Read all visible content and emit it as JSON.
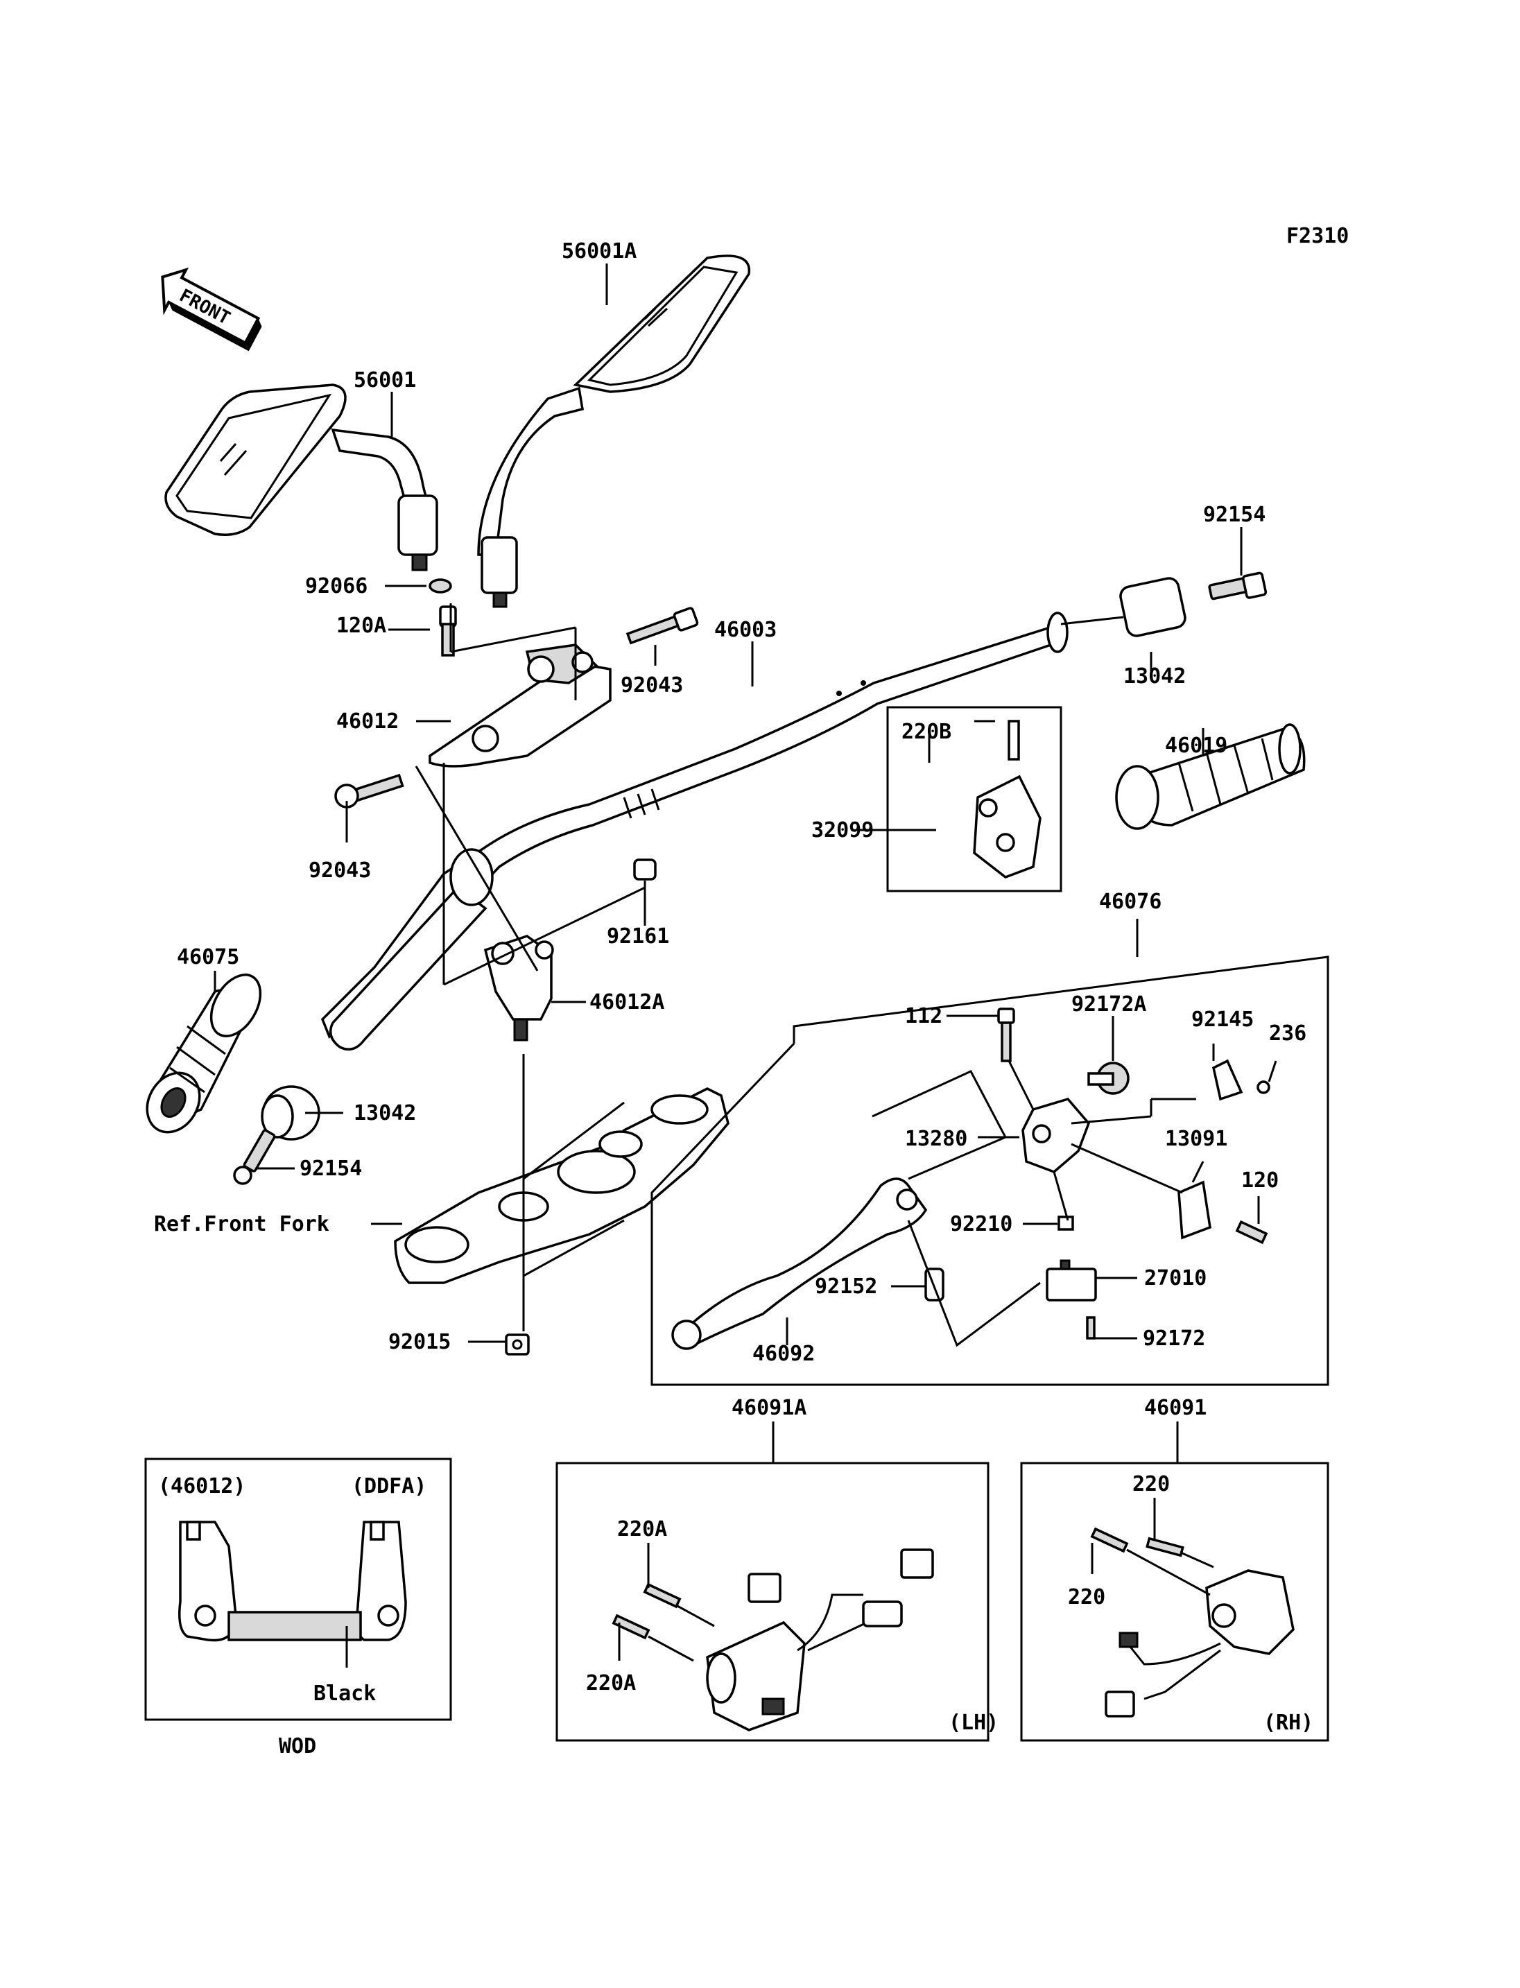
{
  "figure_code": "F2310",
  "front_arrow": "FRONT",
  "parts": {
    "p56001A": "56001A",
    "p56001": "56001",
    "p92154_top": "92154",
    "p92066": "92066",
    "p120A": "120A",
    "p46003": "46003",
    "p92043_top": "92043",
    "p13042_top": "13042",
    "p46012": "46012",
    "p46019": "46019",
    "p220B": "220B",
    "p32099": "32099",
    "p92043_left": "92043",
    "p92161": "92161",
    "p46076": "46076",
    "p46075": "46075",
    "p46012A": "46012A",
    "p112": "112",
    "p92172A": "92172A",
    "p92145": "92145",
    "p236": "236",
    "p13042_bottom": "13042",
    "p92154_bottom": "92154",
    "p13280": "13280",
    "p13091": "13091",
    "p120": "120",
    "ref_front_fork": "Ref.Front Fork",
    "p92210": "92210",
    "p27010": "27010",
    "p92152": "92152",
    "p92015": "92015",
    "p46092": "46092",
    "p92172": "92172",
    "p46091A": "46091A",
    "p46091": "46091",
    "p220A_top": "220A",
    "p220A_bottom": "220A",
    "p220_top": "220",
    "p220_left": "220"
  },
  "inset_wod": {
    "label_left": "(46012)",
    "label_right": "(DDFA)",
    "color_label": "Black",
    "caption": "WOD"
  },
  "inset_lh": {
    "side": "(LH)"
  },
  "inset_rh": {
    "side": "(RH)"
  }
}
